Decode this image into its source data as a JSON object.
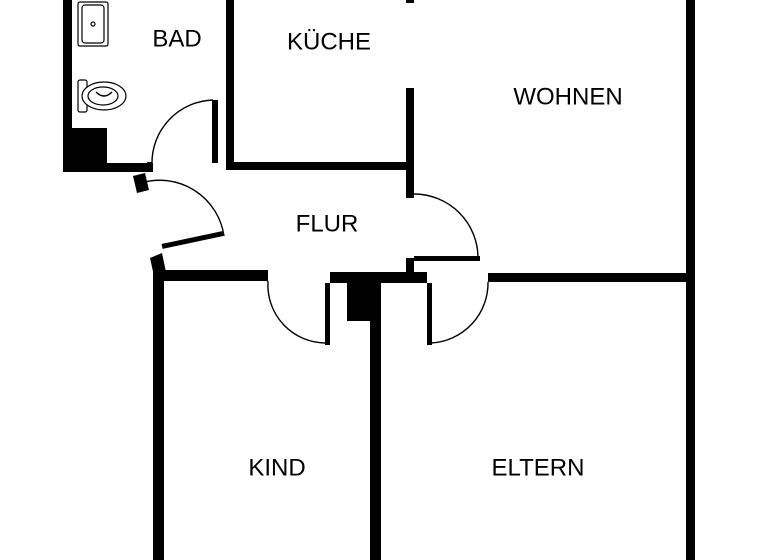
{
  "rooms": {
    "bad": "BAD",
    "kueche": "KÜCHE",
    "wohnen": "WOHNEN",
    "flur": "FLUR",
    "kind": "KIND",
    "eltern": "ELTERN"
  },
  "colors": {
    "wall": "#000000",
    "background": "#ffffff"
  }
}
